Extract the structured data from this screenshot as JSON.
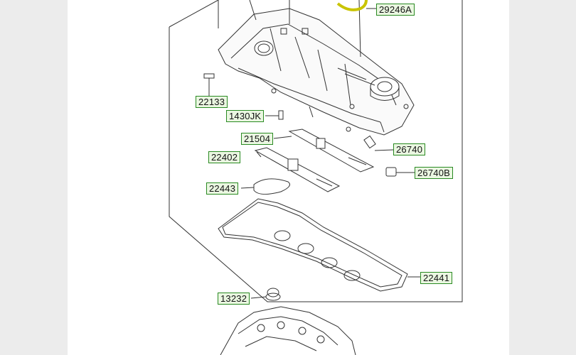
{
  "diagram": {
    "title": "Rocker cover parts diagram",
    "colors": {
      "label_border": "#2a8a22",
      "label_fill": "#eaf7e1",
      "highlight": "#c9c400",
      "line": "#333333"
    },
    "parts": [
      {
        "id": "29246A",
        "label": "29246A",
        "highlighted": true
      },
      {
        "id": "22133",
        "label": "22133"
      },
      {
        "id": "1430JK",
        "label": "1430JK"
      },
      {
        "id": "21504",
        "label": "21504"
      },
      {
        "id": "26740",
        "label": "26740"
      },
      {
        "id": "22402",
        "label": "22402"
      },
      {
        "id": "26740B",
        "label": "26740B"
      },
      {
        "id": "22443",
        "label": "22443"
      },
      {
        "id": "22441",
        "label": "22441"
      },
      {
        "id": "13232",
        "label": "13232"
      }
    ]
  }
}
